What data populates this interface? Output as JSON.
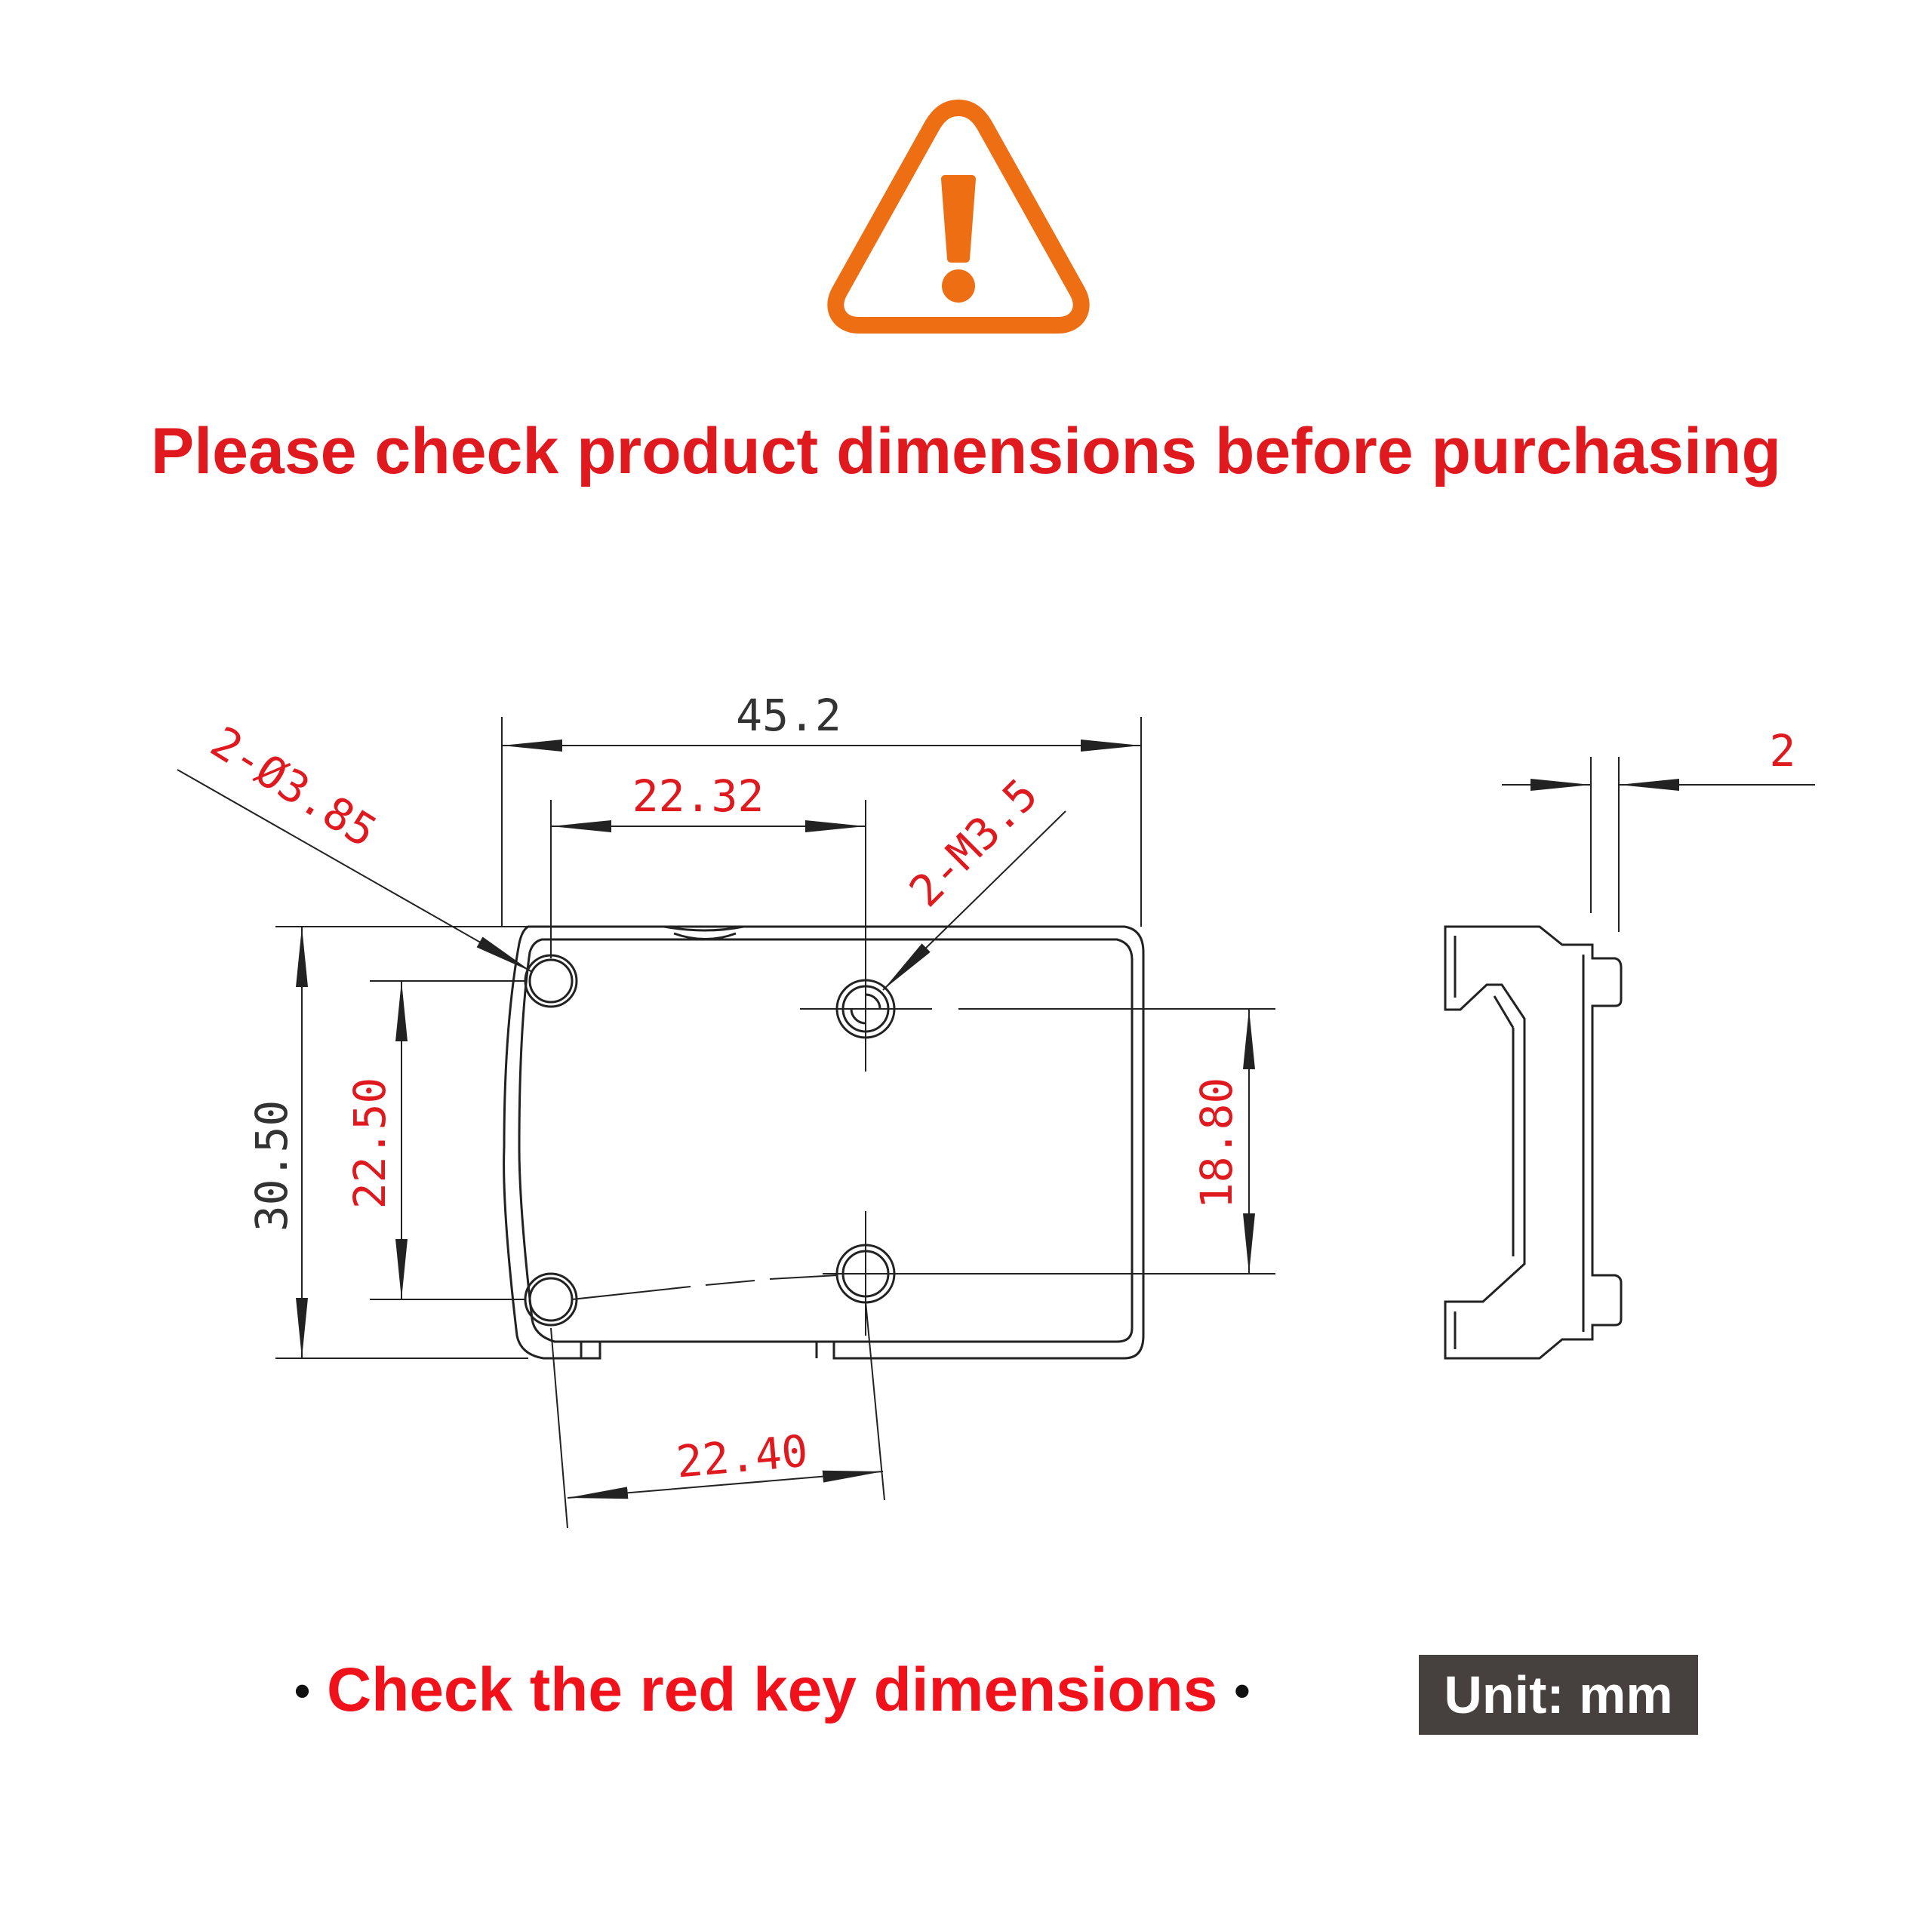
{
  "warning": {
    "icon": "warning-triangle-icon",
    "color": "#ee6f13",
    "glyph": "!"
  },
  "headline": "Please check product dimensions before purchasing",
  "drawing": {
    "dims": {
      "overall_width": "45.2",
      "hole_spacing_top": "22.32",
      "thread_callout": "2-M3.5",
      "hole_callout": "2-Ø3.85",
      "overall_height": "30.50",
      "hole_spacing_left": "22.50",
      "hole_spacing_right": "18.80",
      "hole_spacing_bottom": "22.40",
      "side_thickness": "2"
    },
    "line_color": "#222222",
    "key_color": "#e0191e"
  },
  "footer": {
    "note": "Check the red key dimensions",
    "bullet": "•",
    "unit": "Unit: mm",
    "note_color": "#f0111a",
    "badge_color": "#46403f"
  }
}
